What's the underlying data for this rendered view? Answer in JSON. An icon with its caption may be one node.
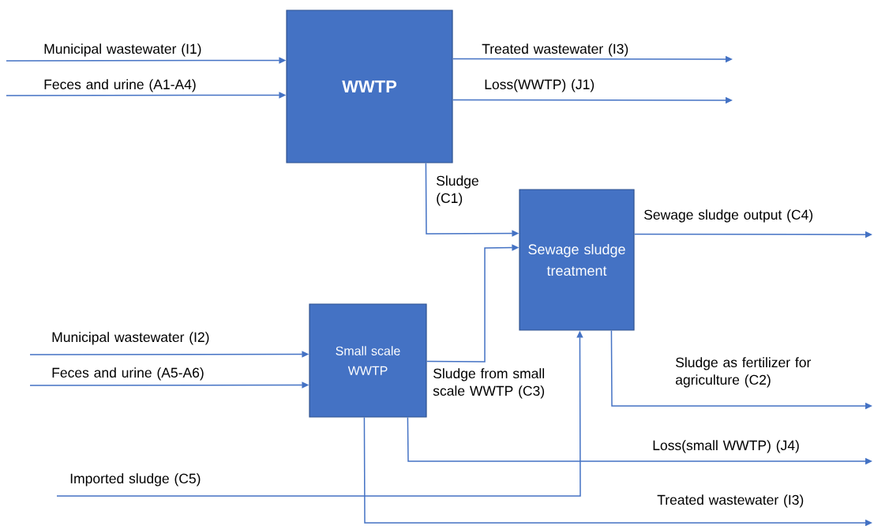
{
  "diagram": {
    "nodes": [
      {
        "text": [
          "WWTP"
        ]
      },
      {
        "text": [
          "Sewage sludge treatment"
        ]
      },
      {
        "text": [
          "Small scale WWTP"
        ]
      }
    ],
    "edges": [
      {
        "from": null,
        "to": 0,
        "arrow": "to",
        "label": "Municipal wastewater (I1)"
      },
      {
        "from": null,
        "to": 0,
        "arrow": "to",
        "label": "Feces and urine (A1-A4)"
      },
      {
        "from": 0,
        "to": null,
        "arrow": "to",
        "label": "Treated wastewater (I3)"
      },
      {
        "from": 0,
        "to": null,
        "arrow": "to",
        "label": "Loss(WWTP) (J1)"
      },
      {
        "from": 0,
        "to": 1,
        "arrow": "to",
        "label": "Sludge (C1)"
      },
      {
        "from": 2,
        "to": 1,
        "arrow": "to",
        "label": "Sludge from small scale WWTP (C3)"
      },
      {
        "from": null,
        "to": 2,
        "arrow": "to",
        "label": "Municipal wastewater (I2)"
      },
      {
        "from": null,
        "to": 2,
        "arrow": "to",
        "label": "Feces and urine (A5-A6)"
      },
      {
        "from": 1,
        "to": null,
        "arrow": "to",
        "label": "Sewage sludge output (C4)"
      },
      {
        "from": 1,
        "to": null,
        "arrow": "to",
        "label": "Sludge as fertilizer for agriculture (C2)"
      },
      {
        "from": 2,
        "to": null,
        "arrow": "to",
        "label": "Loss(small WWTP) (J4)"
      },
      {
        "from": null,
        "to": 1,
        "arrow": "to",
        "label": "Imported sludge (C5)"
      },
      {
        "from": 2,
        "to": null,
        "arrow": "to",
        "label": "Treated wastewater (I3)"
      }
    ]
  }
}
